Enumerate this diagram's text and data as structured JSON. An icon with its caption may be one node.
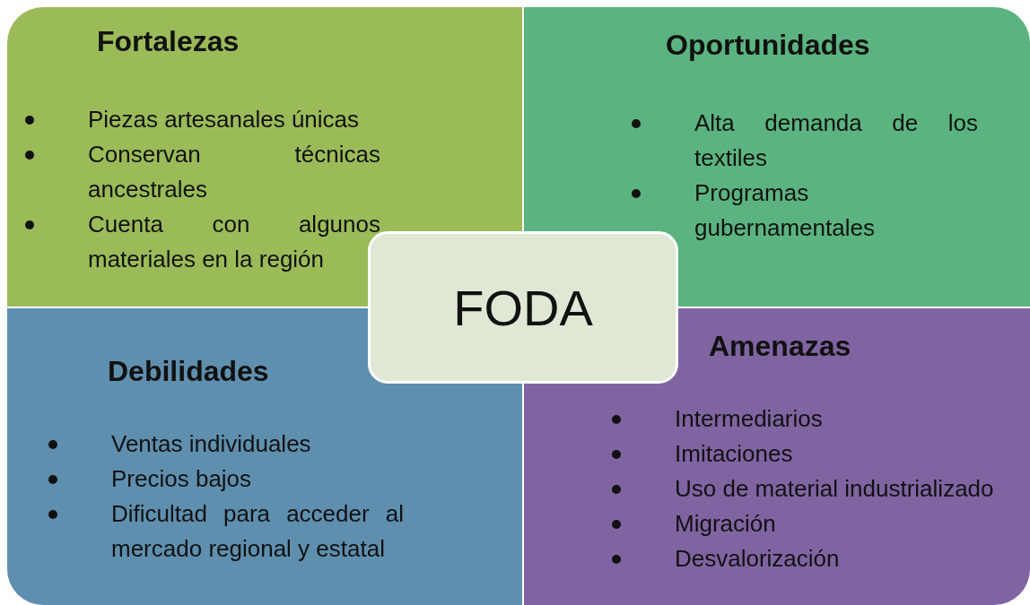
{
  "diagram": {
    "nodes": [
      {
        "text": [
          "Fortalezas",
          "Piezas artesanales únicas",
          "Conservan técnicas ancestrales",
          "Cuenta con algunos materiales en la región"
        ]
      },
      {
        "text": [
          "Oportunidades",
          "Alta demanda de los textiles",
          "Programas gubernamentales"
        ]
      },
      {
        "text": [
          "Debilidades",
          "Ventas individuales",
          "Precios bajos",
          "Dificultad para acceder al mercado regional y estatal"
        ]
      },
      {
        "text": [
          "Amenazas",
          "Intermediarios",
          "Imitaciones",
          "Uso de material industrializado",
          "Migración",
          "Desvalorización"
        ]
      },
      {
        "text": [
          "FODA"
        ]
      }
    ]
  }
}
